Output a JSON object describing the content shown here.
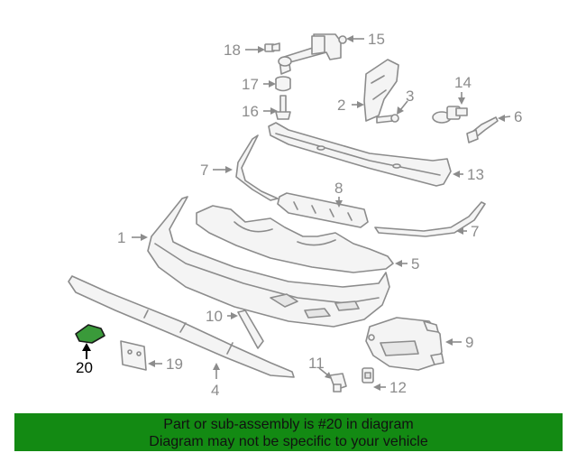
{
  "diagram": {
    "callouts": [
      "1",
      "2",
      "3",
      "4",
      "5",
      "6",
      "7",
      "7",
      "8",
      "9",
      "10",
      "11",
      "12",
      "13",
      "14",
      "15",
      "16",
      "17",
      "18",
      "20",
      "19"
    ],
    "highlight_color": "#3a9a3a"
  },
  "footer": {
    "background": "#138a13",
    "line1": "Part or sub-assembly is #20 in diagram",
    "line2": "Diagram may not be specific to your vehicle"
  }
}
